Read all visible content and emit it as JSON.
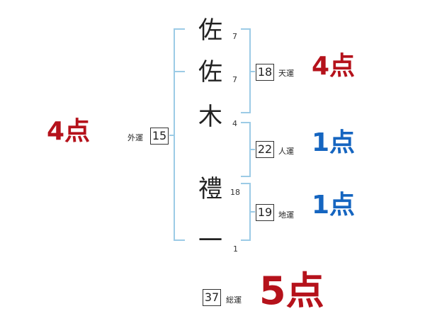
{
  "name_chars": [
    {
      "char": "佐",
      "strokes": "7"
    },
    {
      "char": "佐",
      "strokes": "7"
    },
    {
      "char": "木",
      "strokes": "4"
    },
    {
      "char": "禮",
      "strokes": "18"
    },
    {
      "char": "一",
      "strokes": "1"
    }
  ],
  "fortunes": {
    "ten": {
      "value": "18",
      "label": "天運",
      "score": "4点"
    },
    "jin": {
      "value": "22",
      "label": "人運",
      "score": "1点"
    },
    "chi": {
      "value": "19",
      "label": "地運",
      "score": "1点"
    },
    "gai": {
      "value": "15",
      "label": "外運",
      "score": "4点"
    },
    "so": {
      "value": "37",
      "label": "総運",
      "score": "5点"
    }
  },
  "colors": {
    "red": "#b5121b",
    "blue": "#1565c0",
    "bracket": "#9ccbe6"
  }
}
